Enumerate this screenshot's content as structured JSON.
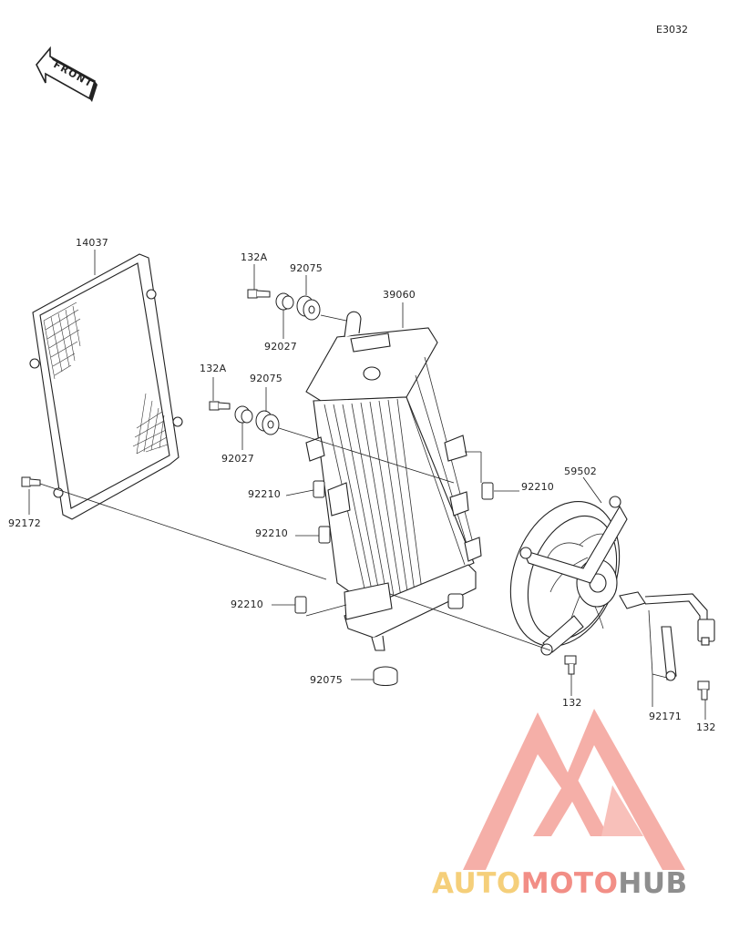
{
  "diagram": {
    "code": "E3032",
    "front_label": "FRONT",
    "parts": {
      "p14037": "14037",
      "p132A_top": "132A",
      "p92075_top": "92075",
      "p39060": "39060",
      "p92027_top": "92027",
      "p132A_mid": "132A",
      "p92075_mid": "92075",
      "p92027_mid": "92027",
      "p92210_right": "92210",
      "p59502": "59502",
      "p92172": "92172",
      "p92210_a": "92210",
      "p92210_b": "92210",
      "p92210_c": "92210",
      "p92075_bottom": "92075",
      "p132_center": "132",
      "p92171": "92171",
      "p132_right": "132"
    }
  },
  "watermark": {
    "part1": "AUTO",
    "part2": "MOTO",
    "part3": "HUB",
    "colors": {
      "auto": "#f5cf7a",
      "moto": "#f28e86",
      "hub": "#8e8e8e"
    }
  }
}
